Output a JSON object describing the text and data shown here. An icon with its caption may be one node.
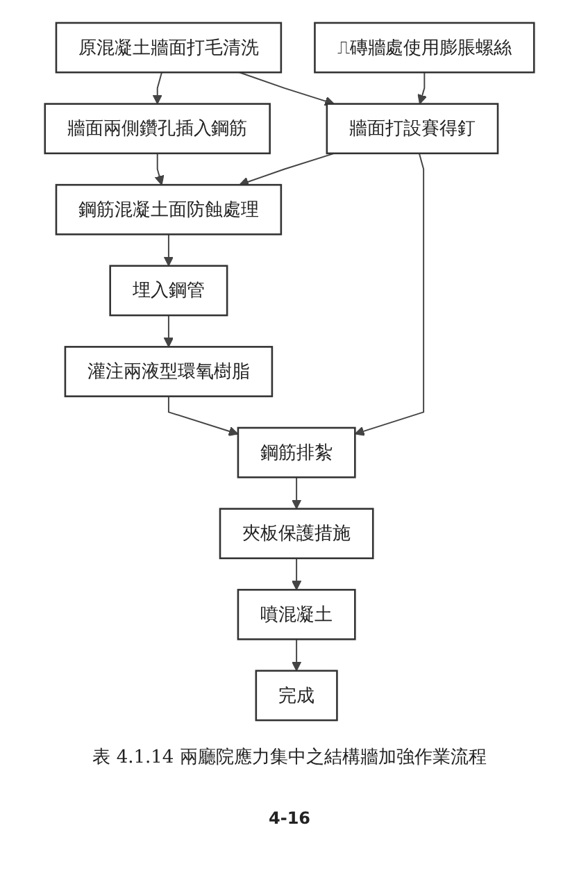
{
  "diagram": {
    "caption": "表 4.1.14 兩廳院應力集中之結構牆加強作業流程",
    "nodes": [
      {
        "text": [
          "原混凝土牆面打毛清洗"
        ]
      },
      {
        "text": [
          "牆面兩側鑽孔插入鋼筋"
        ]
      },
      {
        "text": [
          "⎍磚牆處使用膨脹螺絲"
        ]
      },
      {
        "text": [
          "牆面打設賽得釘"
        ]
      },
      {
        "text": [
          "鋼筋混凝土面防蝕處理"
        ]
      },
      {
        "text": [
          "埋入鋼管"
        ]
      },
      {
        "text": [
          "灌注兩液型環氧樹脂"
        ]
      },
      {
        "text": [
          "鋼筋排紮"
        ]
      },
      {
        "text": [
          "夾板保護措施"
        ]
      },
      {
        "text": [
          "噴混凝土"
        ]
      },
      {
        "text": [
          "完成"
        ]
      }
    ],
    "edges": [
      {
        "from": 0,
        "to": 1,
        "arrow": "to"
      },
      {
        "from": 0,
        "to": 3,
        "arrow": "to"
      },
      {
        "from": 2,
        "to": 3,
        "arrow": "to"
      },
      {
        "from": 3,
        "to": 4,
        "arrow": "to"
      },
      {
        "from": 1,
        "to": 4,
        "arrow": "to"
      },
      {
        "from": 4,
        "to": 5,
        "arrow": "to"
      },
      {
        "from": 5,
        "to": 6,
        "arrow": "to"
      },
      {
        "from": 6,
        "to": 7,
        "arrow": "to"
      },
      {
        "from": 3,
        "to": 7,
        "arrow": "to"
      },
      {
        "from": 7,
        "to": 8,
        "arrow": "to"
      },
      {
        "from": 8,
        "to": 9,
        "arrow": "to"
      },
      {
        "from": 9,
        "to": 10,
        "arrow": "to"
      }
    ],
    "labels": [
      "4-16"
    ]
  }
}
